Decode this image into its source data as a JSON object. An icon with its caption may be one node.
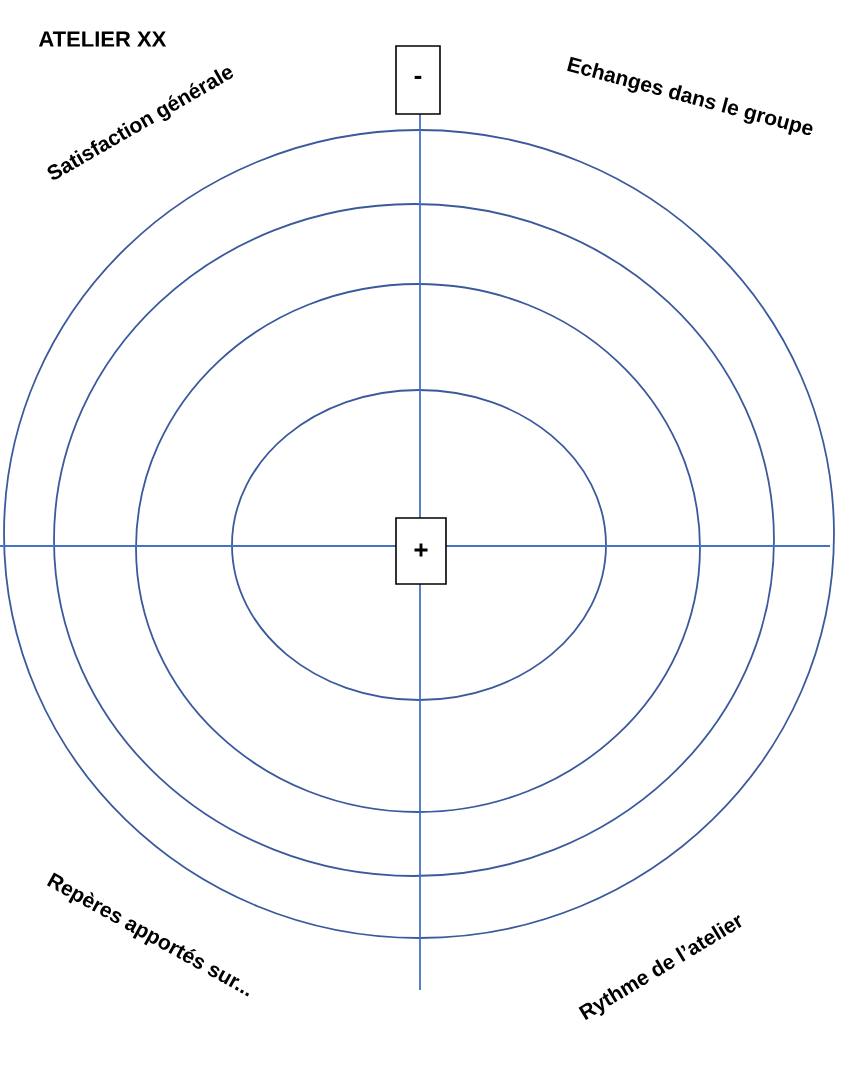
{
  "diagram": {
    "title": "ATELIER XX",
    "nodes": [
      {
        "text": [
          "-"
        ]
      },
      {
        "text": [
          "+"
        ]
      }
    ],
    "labels": [
      "Satisfaction générale",
      "Echanges dans le groupe",
      "Repères apportés sur...",
      "Rythme de l’atelier"
    ]
  }
}
